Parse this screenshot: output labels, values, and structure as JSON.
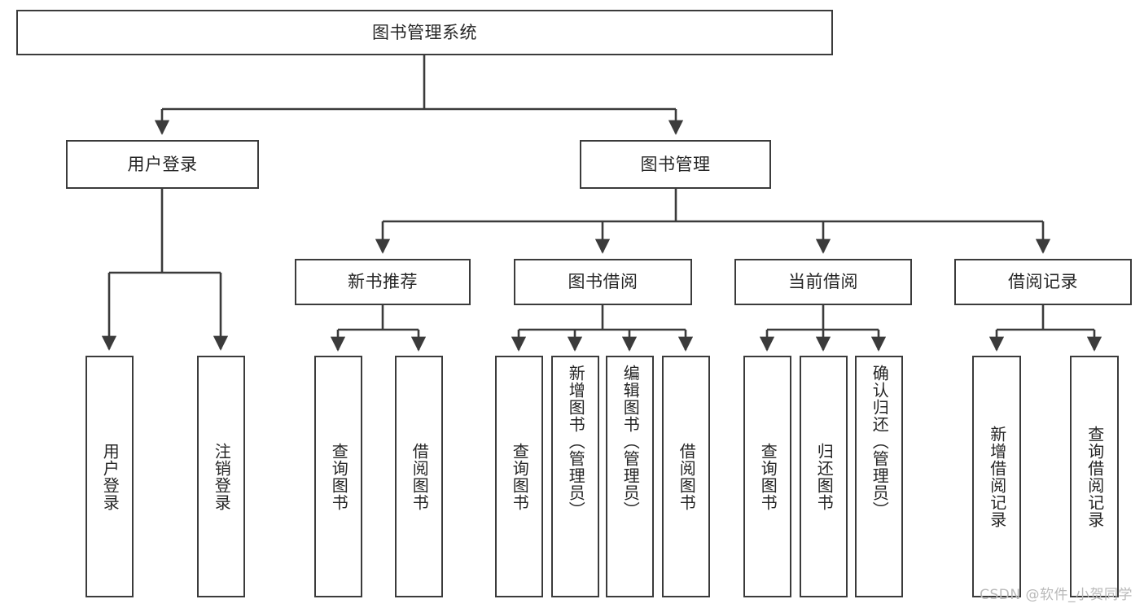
{
  "diagram": {
    "title": "图书管理系统",
    "type": "tree",
    "line_color": "#3b3b3b",
    "box_border_color": "#3b3b3b",
    "box_fill_color": "#ffffff",
    "text_color": "#262626"
  },
  "root": {
    "label": "图书管理系统"
  },
  "level1": [
    {
      "label": "用户登录"
    },
    {
      "label": "图书管理"
    }
  ],
  "level2": [
    {
      "label": "新书推荐"
    },
    {
      "label": "图书借阅"
    },
    {
      "label": "当前借阅"
    },
    {
      "label": "借阅记录"
    }
  ],
  "leaves": {
    "user_login": [
      {
        "label": "用户登录"
      },
      {
        "label": "注销登录"
      }
    ],
    "new_book": [
      {
        "label": "查询图书"
      },
      {
        "label": "借阅图书"
      }
    ],
    "book_borrow": [
      {
        "label": "查询图书"
      },
      {
        "label": "新增图书（管理员）"
      },
      {
        "label": "编辑图书（管理员）"
      },
      {
        "label": "借阅图书"
      }
    ],
    "current_borrow": [
      {
        "label": "查询图书"
      },
      {
        "label": "归还图书"
      },
      {
        "label": "确认归还（管理员）"
      }
    ],
    "borrow_record": [
      {
        "label": "新增借阅记录"
      },
      {
        "label": "查询借阅记录"
      }
    ]
  },
  "watermark": {
    "text": "CSDN @软件_小贺同学"
  }
}
